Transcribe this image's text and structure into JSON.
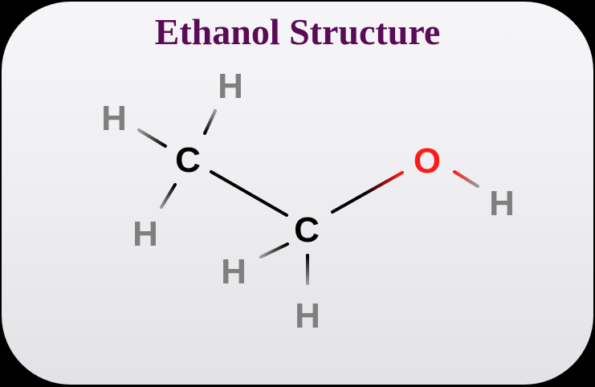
{
  "title": "Ethanol Structure",
  "colors": {
    "title": "#5a0b57",
    "carbon": "#000000",
    "hydrogen": "#7f7f7f",
    "oxygen": "#ff1a1a"
  },
  "atoms": {
    "c1": "C",
    "c2": "C",
    "o": "O",
    "h_top": "H",
    "h_left": "H",
    "h_lower_left": "H",
    "h_c2_left": "H",
    "h_c2_bottom": "H",
    "h_oh": "H"
  }
}
